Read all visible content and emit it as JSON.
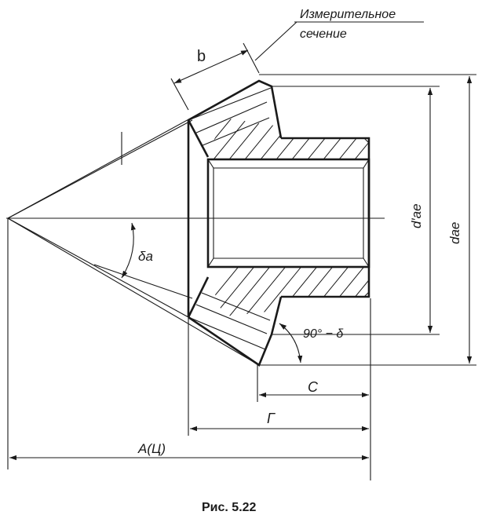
{
  "figure": {
    "caption": "Рис. 5.22",
    "labels": {
      "section_line1": "Измерительное",
      "section_line2": "сечение",
      "b": "b",
      "d_ae_prime": "d′ae",
      "d_ae": "dae",
      "delta_a": "δa",
      "angle": "90° − δ",
      "C": "C",
      "G": "Г",
      "A": "A(Ц)"
    }
  },
  "colors": {
    "line": "#1a1a1a",
    "background": "#ffffff"
  }
}
